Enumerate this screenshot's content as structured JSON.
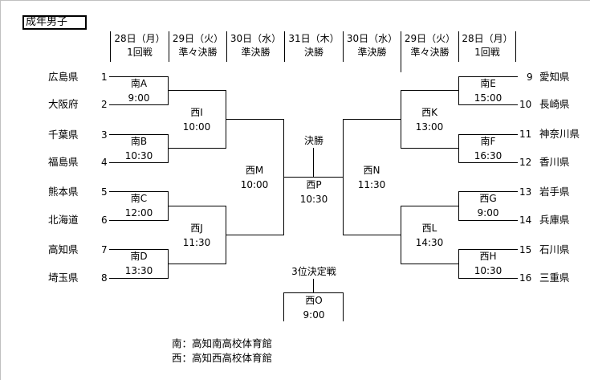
{
  "title": "成年男子",
  "headers": {
    "left": [
      {
        "date": "28日（月）",
        "round": "1回戦"
      },
      {
        "date": "29日（火）",
        "round": "準々決勝"
      },
      {
        "date": "30日（水）",
        "round": "準決勝"
      }
    ],
    "center": {
      "date": "31日（木）",
      "round": "決勝"
    },
    "right": [
      {
        "date": "30日（水）",
        "round": "準決勝"
      },
      {
        "date": "29日（火）",
        "round": "準々決勝"
      },
      {
        "date": "28日（月）",
        "round": "1回戦"
      }
    ]
  },
  "teams": [
    {
      "seed": "1",
      "name": "広島県"
    },
    {
      "seed": "2",
      "name": "大阪府"
    },
    {
      "seed": "3",
      "name": "千葉県"
    },
    {
      "seed": "4",
      "name": "福島県"
    },
    {
      "seed": "5",
      "name": "熊本県"
    },
    {
      "seed": "6",
      "name": "北海道"
    },
    {
      "seed": "7",
      "name": "高知県"
    },
    {
      "seed": "8",
      "name": "埼玉県"
    },
    {
      "seed": "9",
      "name": "愛知県"
    },
    {
      "seed": "10",
      "name": "長崎県"
    },
    {
      "seed": "11",
      "name": "神奈川県"
    },
    {
      "seed": "12",
      "name": "香川県"
    },
    {
      "seed": "13",
      "name": "岩手県"
    },
    {
      "seed": "14",
      "name": "兵庫県"
    },
    {
      "seed": "15",
      "name": "石川県"
    },
    {
      "seed": "16",
      "name": "三重県"
    }
  ],
  "matches": {
    "A": {
      "id": "南A",
      "time": "9:00"
    },
    "B": {
      "id": "南B",
      "time": "10:30"
    },
    "C": {
      "id": "南C",
      "time": "12:00"
    },
    "D": {
      "id": "南D",
      "time": "13:30"
    },
    "E": {
      "id": "南E",
      "time": "15:00"
    },
    "F": {
      "id": "南F",
      "time": "16:30"
    },
    "G": {
      "id": "西G",
      "time": "9:00"
    },
    "H": {
      "id": "西H",
      "time": "10:30"
    },
    "I": {
      "id": "西I",
      "time": "10:00"
    },
    "J": {
      "id": "西J",
      "time": "11:30"
    },
    "K": {
      "id": "西K",
      "time": "13:00"
    },
    "L": {
      "id": "西L",
      "time": "14:30"
    },
    "M": {
      "id": "西M",
      "time": "10:00"
    },
    "N": {
      "id": "西N",
      "time": "11:30"
    },
    "P": {
      "id": "西P",
      "time": "10:30"
    },
    "O": {
      "id": "西O",
      "time": "9:00"
    }
  },
  "final_label": "決勝",
  "third_place_label": "3位決定戦",
  "legend": [
    "南：高知南高校体育館",
    "西：高知西高校体育館"
  ]
}
